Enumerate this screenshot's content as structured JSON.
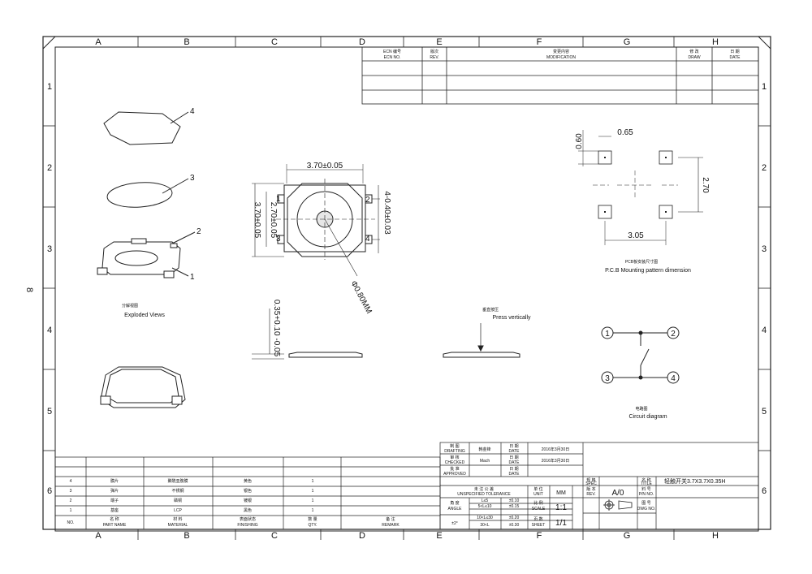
{
  "zones": {
    "columns": [
      "A",
      "B",
      "C",
      "D",
      "E",
      "F",
      "G",
      "H"
    ],
    "rows": [
      "1",
      "2",
      "3",
      "4",
      "5",
      "6"
    ],
    "side_mark": "8"
  },
  "ecn_table": {
    "headers": [
      {
        "cn": "ECN 编号",
        "en": "ECN NO."
      },
      {
        "cn": "版次",
        "en": "REV."
      },
      {
        "cn": "变更内容",
        "en": "MODIFICATION"
      },
      {
        "cn": "修 改",
        "en": "DRAW"
      },
      {
        "cn": "日 期",
        "en": "DATE"
      }
    ]
  },
  "exploded": {
    "part_numbers": [
      "4",
      "3",
      "2",
      "1"
    ],
    "caption_cn": "分解视图",
    "caption_en": "Exploded Views"
  },
  "top_view": {
    "dim_width": "3.70±0.05",
    "dim_height": "3.70±0.05",
    "dim_inner": "2.70±0.05",
    "dim_pins": "4-0.40±0.03",
    "dim_actuator": "Φ0.80MM",
    "labels": [
      "1",
      "2",
      "3",
      "4"
    ]
  },
  "side_view": {
    "dim_height": "0.35+0.10 -0.05",
    "caption_cn": "垂直按压",
    "caption_en": "Press vertically"
  },
  "pcb": {
    "dim_pad_w": "0.65",
    "dim_pad_h": "0.60",
    "dim_pitch_y": "2.70",
    "dim_pitch_x": "3.05",
    "caption_cn": "PCB板安装尺寸图",
    "caption_en": "P.C.B Mounting pattern dimension"
  },
  "circuit": {
    "terminals": [
      "1",
      "2",
      "3",
      "4"
    ],
    "caption_cn": "电路图",
    "caption_en": "Circuit diagram"
  },
  "bom": {
    "rows": [
      {
        "no": "4",
        "name": "膜片",
        "material": "聚酰亚胺膜",
        "finish": "黄色",
        "qty": "1"
      },
      {
        "no": "3",
        "name": "弹片",
        "material": "不锈钢",
        "finish": "银色",
        "qty": "1"
      },
      {
        "no": "2",
        "name": "端子",
        "material": "磷铜",
        "finish": "镀银",
        "qty": "1"
      },
      {
        "no": "1",
        "name": "基座",
        "material": "LCP",
        "finish": "黑色",
        "qty": "1"
      }
    ],
    "headers": [
      {
        "cn": "NO.",
        "en": ""
      },
      {
        "cn": "名 称",
        "en": "PART NAME"
      },
      {
        "cn": "材 料",
        "en": "MATERIAL"
      },
      {
        "cn": "表面状态",
        "en": "FINISHING"
      },
      {
        "cn": "数 量",
        "en": "QTY."
      },
      {
        "cn": "备 注",
        "en": "REMARK"
      }
    ]
  },
  "title_block": {
    "drafting": {
      "cn": "制 图",
      "en": "DRAFTING",
      "name": "韩金锋",
      "date_label_cn": "日 期",
      "date_label_en": "DATE",
      "date": "2016年3月30日"
    },
    "checked": {
      "cn": "审 核",
      "en": "CHECKED",
      "name": "Mach",
      "date_label_cn": "日 期",
      "date_label_en": "DATE",
      "date": "2016年3月30日"
    },
    "approved": {
      "cn": "批 准",
      "en": "APPROVED",
      "date_label_cn": "日 期",
      "date_label_en": "DATE"
    },
    "tolerance": {
      "cn": "未 注 公 差",
      "en": "UNSPECIFIED TOLERANCE",
      "angle_cn": "角 度",
      "angle_en": "ANGLE",
      "angle_val": "±2°",
      "ranges": [
        "L≤5",
        "5<L≤10",
        "10<L≤30",
        "30<L"
      ],
      "values": [
        "±0.10",
        "±0.15",
        "±0.20",
        "±0.30"
      ]
    },
    "unit": {
      "cn": "单 位",
      "en": "UNIT",
      "value": "MM"
    },
    "scale": {
      "cn": "比 例",
      "en": "SCALE",
      "value": "1:1"
    },
    "sheet": {
      "cn": "页 数",
      "en": "SHEET",
      "value": "1/1"
    },
    "spec": {
      "cn": "规 格",
      "en": "SPEC"
    },
    "rev": {
      "cn": "版 本",
      "en": "REV.",
      "value": "A/0"
    },
    "title": {
      "cn": "名 称",
      "en": "TITLE",
      "value": "轻触开关3.7X3.7X0.35H"
    },
    "pn": {
      "cn": "料 号",
      "en": "P/N NO."
    },
    "dwg": {
      "cn": "图 号",
      "en": "DWG NO."
    }
  }
}
